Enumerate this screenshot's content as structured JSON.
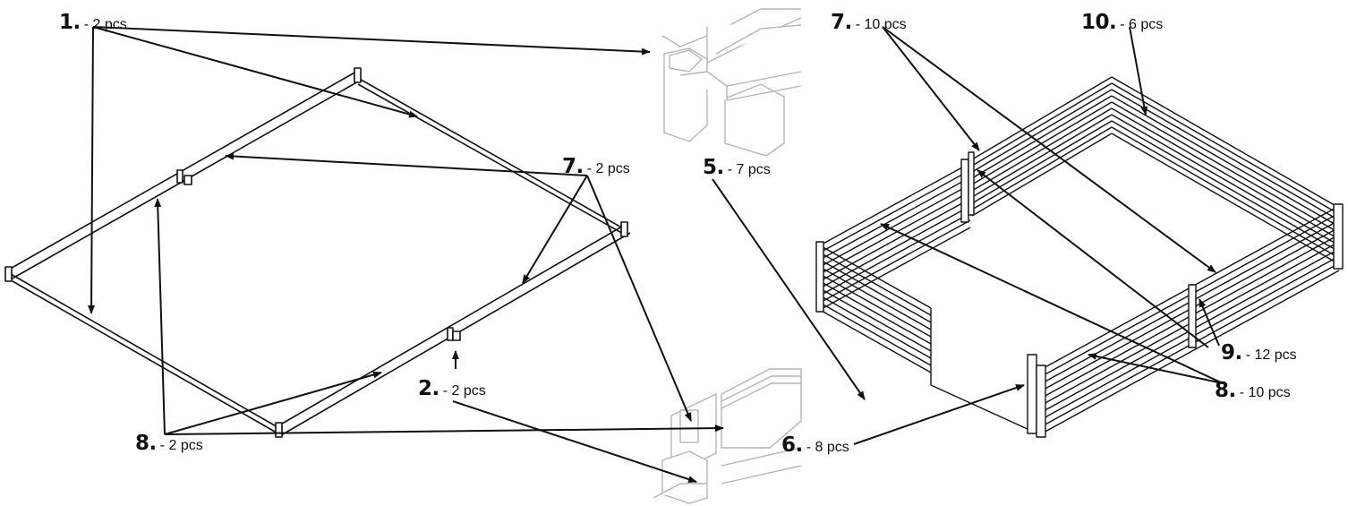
{
  "title": "",
  "callouts": [
    {
      "id": "c1",
      "number": "1.",
      "qty": "- 2 pcs"
    },
    {
      "id": "c7a",
      "number": "7.",
      "qty": "- 2 pcs"
    },
    {
      "id": "c5",
      "number": "5.",
      "qty": "- 7 pcs"
    },
    {
      "id": "c2",
      "number": "2.",
      "qty": "- 2 pcs"
    },
    {
      "id": "c8a",
      "number": "8.",
      "qty": "- 2 pcs"
    },
    {
      "id": "c7b",
      "number": "7.",
      "qty": "- 10 pcs"
    },
    {
      "id": "c10",
      "number": "10.",
      "qty": "- 6 pcs"
    },
    {
      "id": "c9",
      "number": "9.",
      "qty": "- 12 pcs"
    },
    {
      "id": "c8b",
      "number": "8.",
      "qty": "- 10 pcs"
    },
    {
      "id": "c6",
      "number": "6.",
      "qty": "- 8 pcs"
    }
  ],
  "colors": {
    "line": "#111111",
    "detail": "#b5b5b5",
    "background": "#ffffff"
  }
}
